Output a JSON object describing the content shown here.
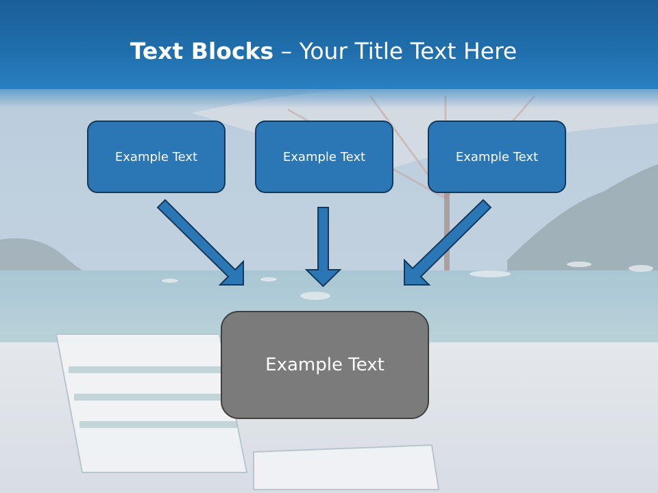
{
  "slide": {
    "title_bold": "Text Blocks",
    "title_dash": " – ",
    "title_rest": "Your Title Text Here"
  },
  "boxes": [
    {
      "label": "Example Text"
    },
    {
      "label": "Example Text"
    },
    {
      "label": "Example Text"
    }
  ],
  "target": {
    "label": "Example Text"
  },
  "colors": {
    "title_bar": "#1f6eab",
    "box_fill": "#2b77b5",
    "box_border": "#12385a",
    "target_fill": "#7b7b7b",
    "arrow_fill": "#2b77b5"
  }
}
